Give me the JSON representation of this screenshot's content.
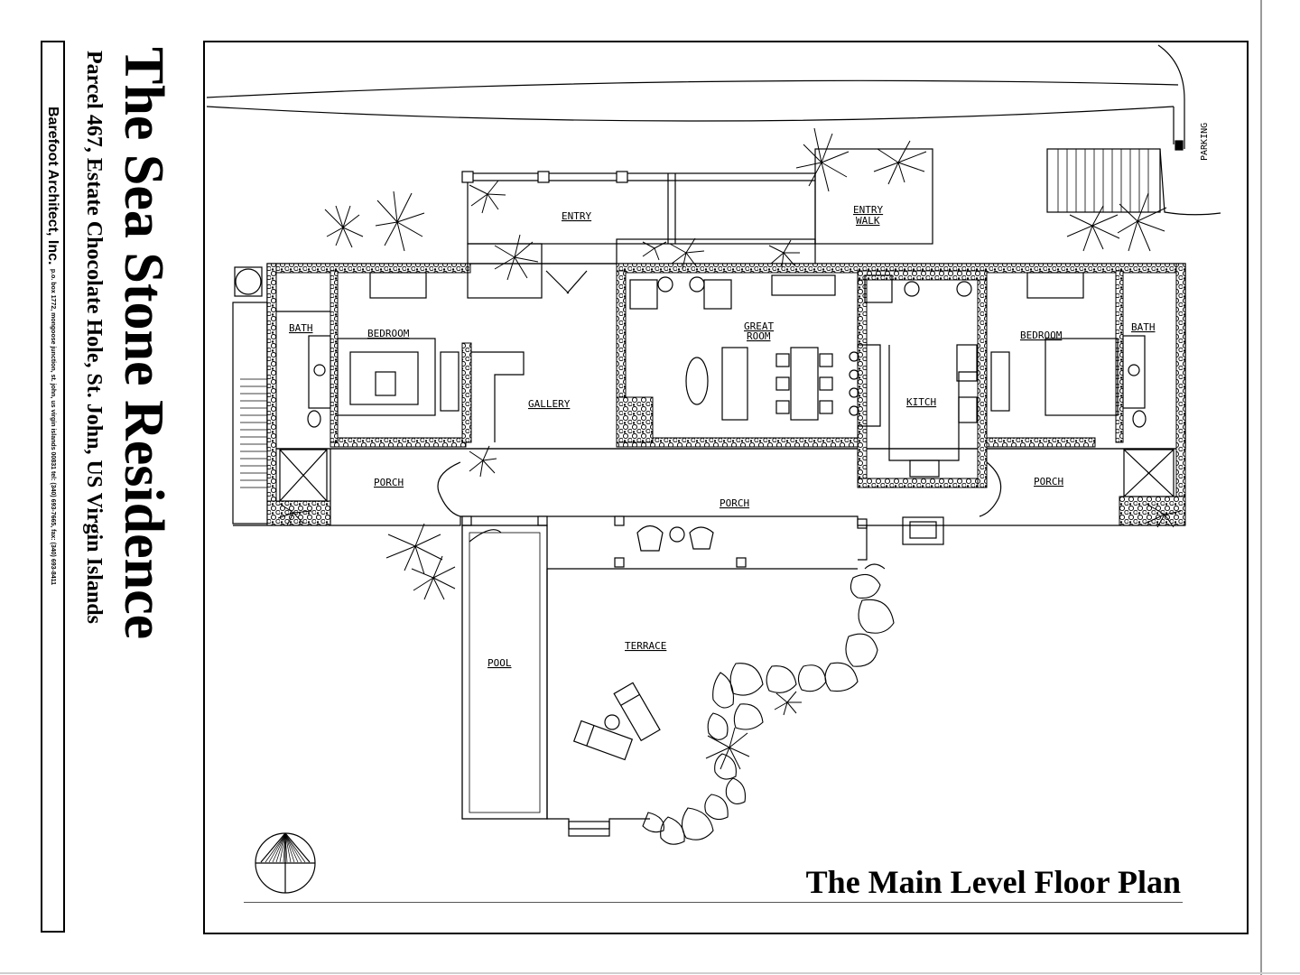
{
  "sheet": {
    "title": "The Sea Stone Residence",
    "subtitle": "Parcel 467, Estate Chocolate Hole, St. John, US Virgin Islands",
    "firm_name": "Barefoot Architect, Inc.",
    "firm_address": "p.o. box 1772, mongoose junction, st. john, us virgin islands 00831 tel: (340) 693-7665, fax: (340) 693-8411"
  },
  "plan": {
    "title": "The Main Level Floor Plan",
    "parking_label": "PARKING",
    "rooms": {
      "entry": "ENTRY",
      "entry_walk_1": "ENTRY",
      "entry_walk_2": "WALK",
      "bath_left": "BATH",
      "bedroom_left": "BEDROOM",
      "gallery": "GALLERY",
      "great_room_1": "GREAT",
      "great_room_2": "ROOM",
      "kitchen": "KITCH",
      "bedroom_right": "BEDROOM",
      "bath_right": "BATH",
      "porch_left": "PORCH",
      "porch_center": "PORCH",
      "porch_right": "PORCH",
      "pool": "POOL",
      "terrace": "TERRACE"
    }
  },
  "colors": {
    "ink": "#000000",
    "paper": "#ffffff",
    "sheet_edge": "#9a9a9a"
  }
}
